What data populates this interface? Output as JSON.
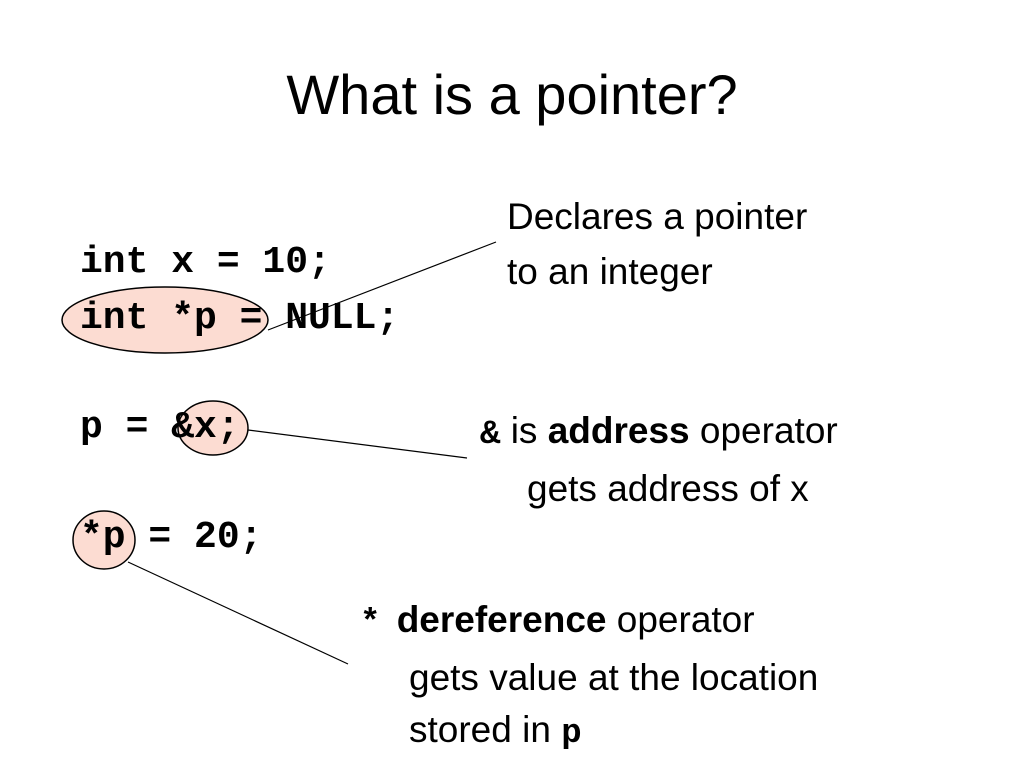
{
  "slide": {
    "title": "What is a pointer?",
    "code": {
      "line1": "int x = 10;",
      "line2": "int *p = NULL;",
      "line3": "p = &x;",
      "line4": "*p = 20;"
    },
    "callouts": {
      "declare": {
        "line1": "Declares a pointer",
        "line2": "to an integer"
      },
      "address": {
        "symbol": "&",
        "prefix": "is",
        "term": "address",
        "suffix": "operator",
        "line2": "gets address of x"
      },
      "deref": {
        "symbol": "*",
        "term": "dereference",
        "suffix": "operator",
        "line2": "gets value at the location",
        "line3_text": "stored in",
        "line3_code": "p"
      }
    },
    "colors": {
      "highlight_fill": "#fcdcd2",
      "outline": "#000000"
    }
  }
}
